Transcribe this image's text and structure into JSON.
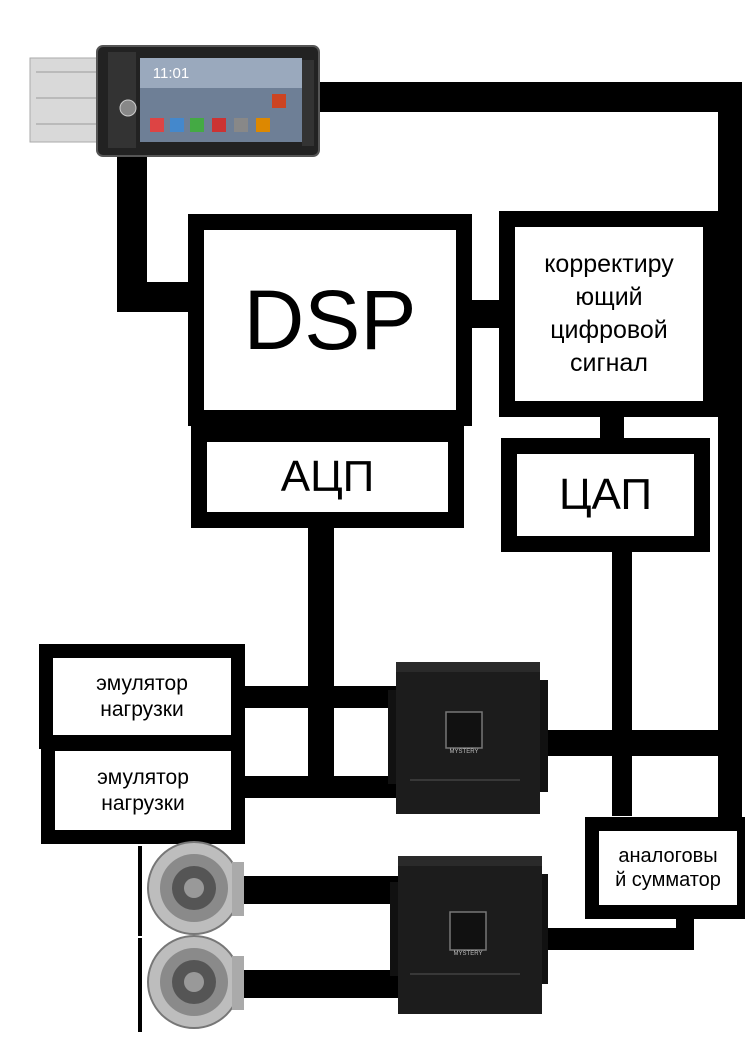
{
  "blocks": {
    "dsp": "DSP",
    "corrector": "корректиру\nющий\nцифровой\nсигнал",
    "adc": "АЦП",
    "dac": "ЦАП",
    "emulator_1": "эмулятор\nнагрузки",
    "emulator_2": "эмулятор\nнагрузки",
    "summator": "аналоговы\nй сумматор"
  },
  "head_unit": {
    "clock": "11:01",
    "amplifier_brand": "MYSTERY"
  },
  "colors": {
    "wire": "#000000",
    "box_fill": "#ffffff",
    "device": "#1a1a1a"
  }
}
